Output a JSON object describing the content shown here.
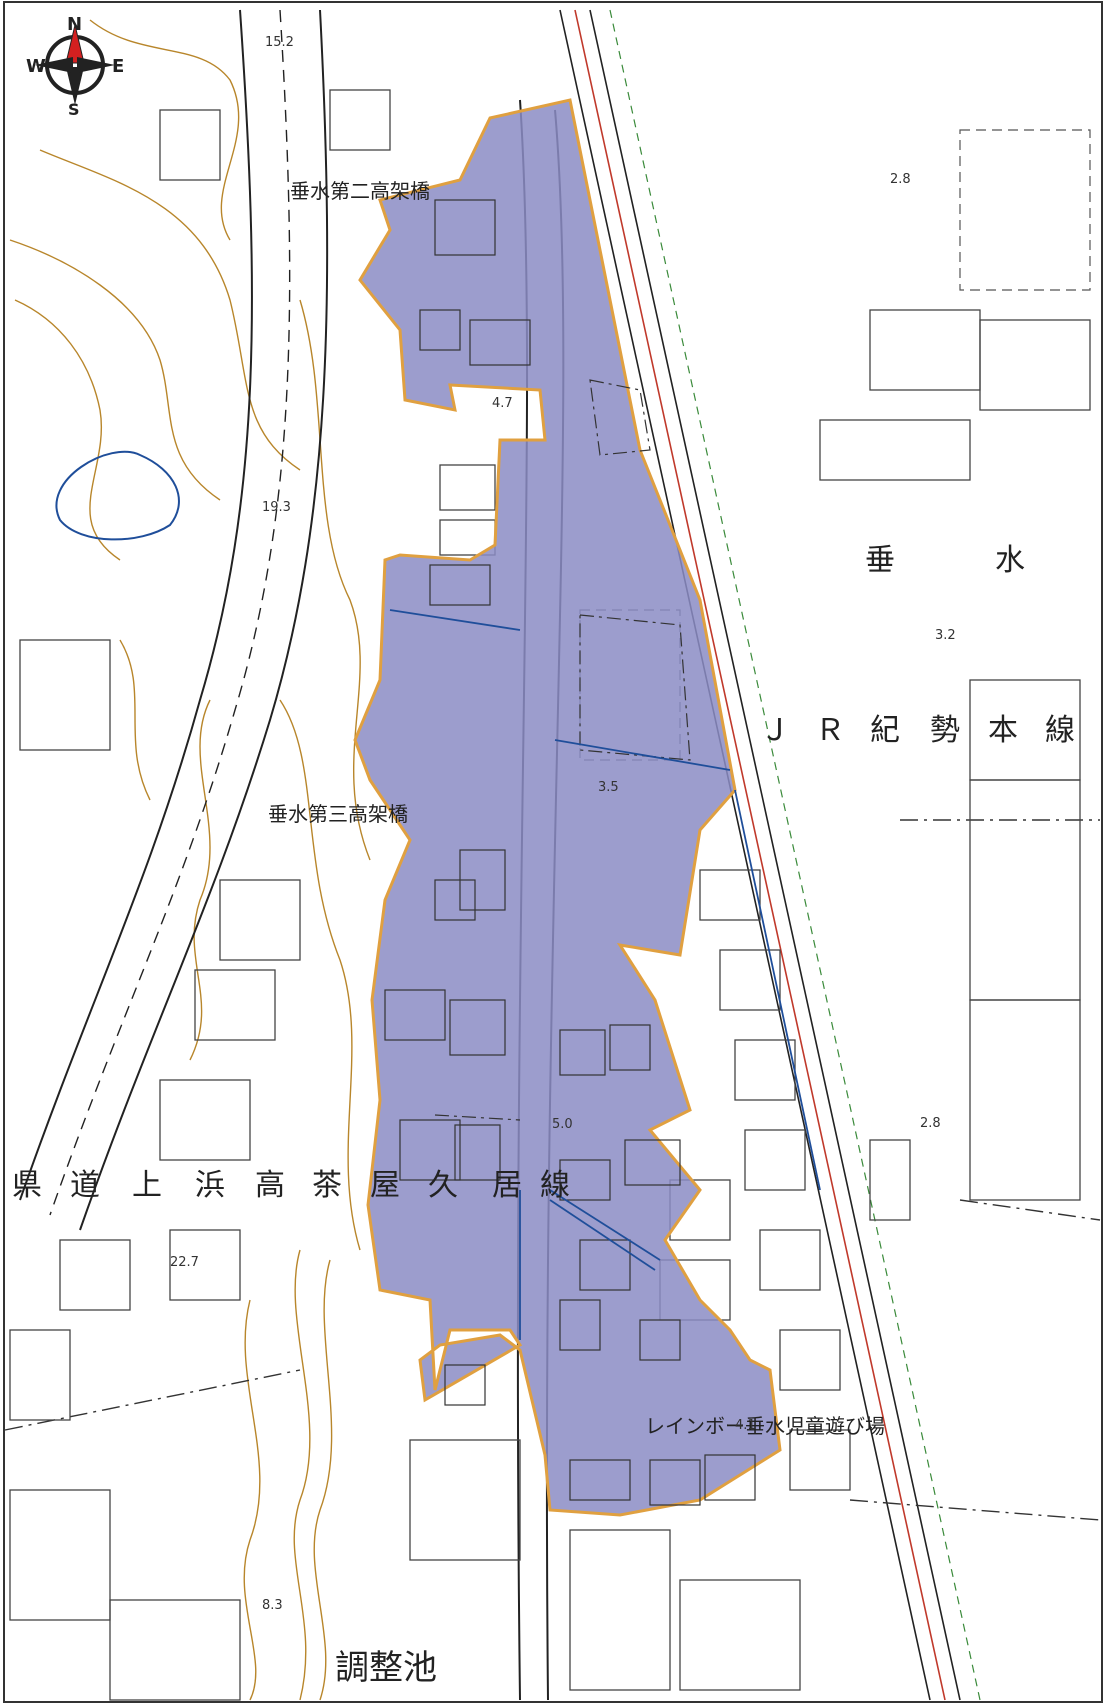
{
  "map": {
    "compass": {
      "n": "N",
      "s": "S",
      "e": "E",
      "w": "W"
    },
    "labels": {
      "bridge2": "垂水第二高架橋",
      "bridge3": "垂水第三高架橋",
      "road_chars": [
        "県",
        "道",
        "上",
        "浜",
        "高",
        "茶",
        "屋",
        "久",
        "居",
        "線"
      ],
      "district_chars": [
        "垂",
        "水"
      ],
      "rail_chars": [
        "Ｊ",
        "Ｒ",
        "紀",
        "勢",
        "本",
        "線"
      ],
      "park": "レインボー垂水児童遊び場",
      "pond": "調整池"
    },
    "elevations": [
      "15.2",
      "2.8",
      "4.7",
      "19.3",
      "3.2",
      "3.5",
      "5.0",
      "22.7",
      "2.8",
      "4.1",
      "8.3"
    ],
    "colors": {
      "highlight_fill": "#8b8cc4",
      "highlight_stroke": "#e0a040",
      "contour": "#b8862b",
      "rail": "#c0392b",
      "water": "#1f4e9a",
      "vegetation": "#3a8a3a",
      "compass_arrow": "#d42020"
    }
  }
}
